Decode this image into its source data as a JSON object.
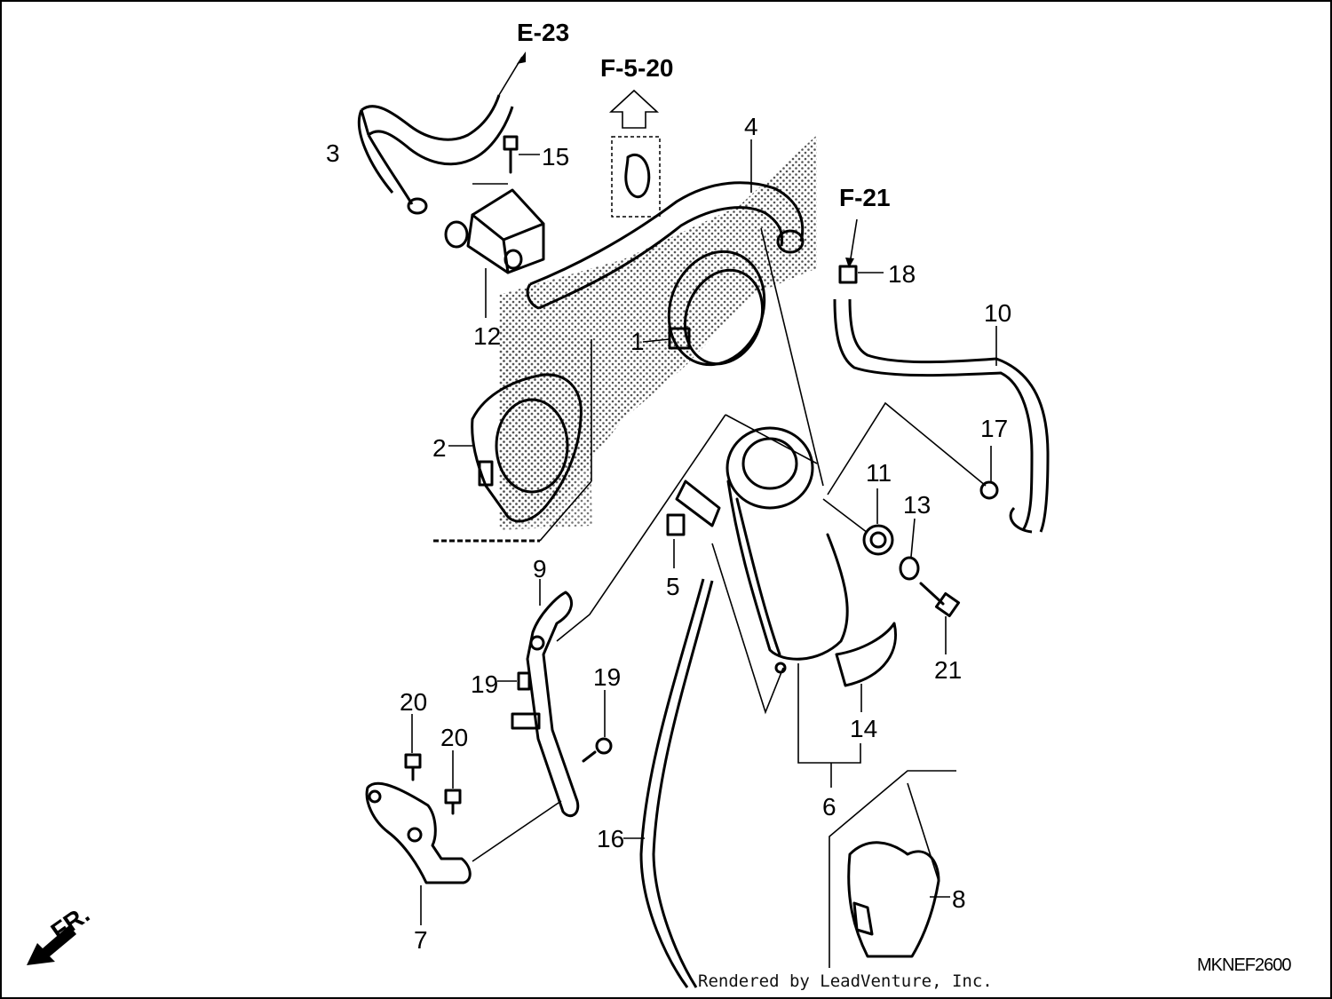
{
  "diagram": {
    "parts": [
      {
        "id": "1",
        "label": "1"
      },
      {
        "id": "2",
        "label": "2"
      },
      {
        "id": "3",
        "label": "3"
      },
      {
        "id": "4",
        "label": "4"
      },
      {
        "id": "5",
        "label": "5"
      },
      {
        "id": "6",
        "label": "6"
      },
      {
        "id": "7",
        "label": "7"
      },
      {
        "id": "8",
        "label": "8"
      },
      {
        "id": "9",
        "label": "9"
      },
      {
        "id": "10",
        "label": "10"
      },
      {
        "id": "11",
        "label": "11"
      },
      {
        "id": "12",
        "label": "12"
      },
      {
        "id": "13",
        "label": "13"
      },
      {
        "id": "14",
        "label": "14"
      },
      {
        "id": "15",
        "label": "15"
      },
      {
        "id": "16",
        "label": "16"
      },
      {
        "id": "17",
        "label": "17"
      },
      {
        "id": "18",
        "label": "18"
      },
      {
        "id": "19a",
        "label": "19"
      },
      {
        "id": "19b",
        "label": "19"
      },
      {
        "id": "20a",
        "label": "20"
      },
      {
        "id": "20b",
        "label": "20"
      },
      {
        "id": "21",
        "label": "21"
      }
    ],
    "references": {
      "e23": "E-23",
      "f520": "F-5-20",
      "f21": "F-21"
    },
    "front_marker": "FR.",
    "code": "MKNEF2600",
    "credit": "Rendered by LeadVenture, Inc."
  }
}
